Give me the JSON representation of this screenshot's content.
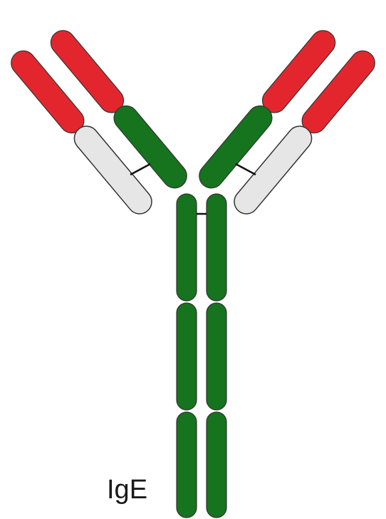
{
  "label": "IgE",
  "colors": {
    "variable_region": "#e3262d",
    "heavy_constant": "#15741d",
    "light_constant": "#e6e6e6",
    "outline": "#333333",
    "bond": "#111111"
  },
  "parts": {
    "heavy_chains": 2,
    "light_chains": 2,
    "heavy_constant_domains_per_chain": 4
  }
}
